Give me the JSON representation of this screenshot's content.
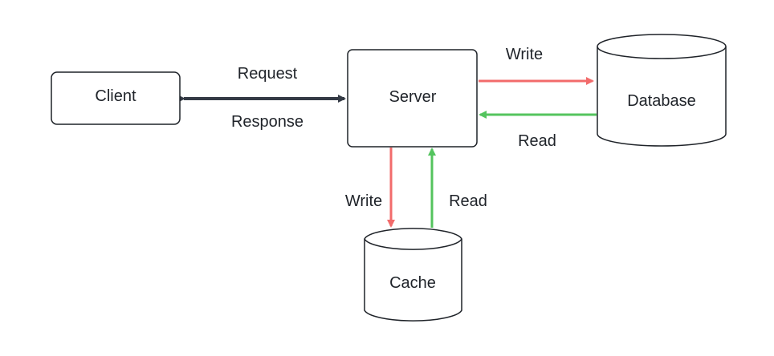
{
  "nodes": {
    "client": "Client",
    "server": "Server",
    "database": "Database",
    "cache": "Cache"
  },
  "edges": {
    "request": "Request",
    "response": "Response",
    "server_to_database": "Write",
    "database_to_server": "Read",
    "server_to_cache": "Write",
    "cache_to_server": "Read"
  },
  "colors": {
    "request_response": "#343a45",
    "write": "#f26b6b",
    "read": "#54c45e",
    "outline": "#1f2329"
  }
}
